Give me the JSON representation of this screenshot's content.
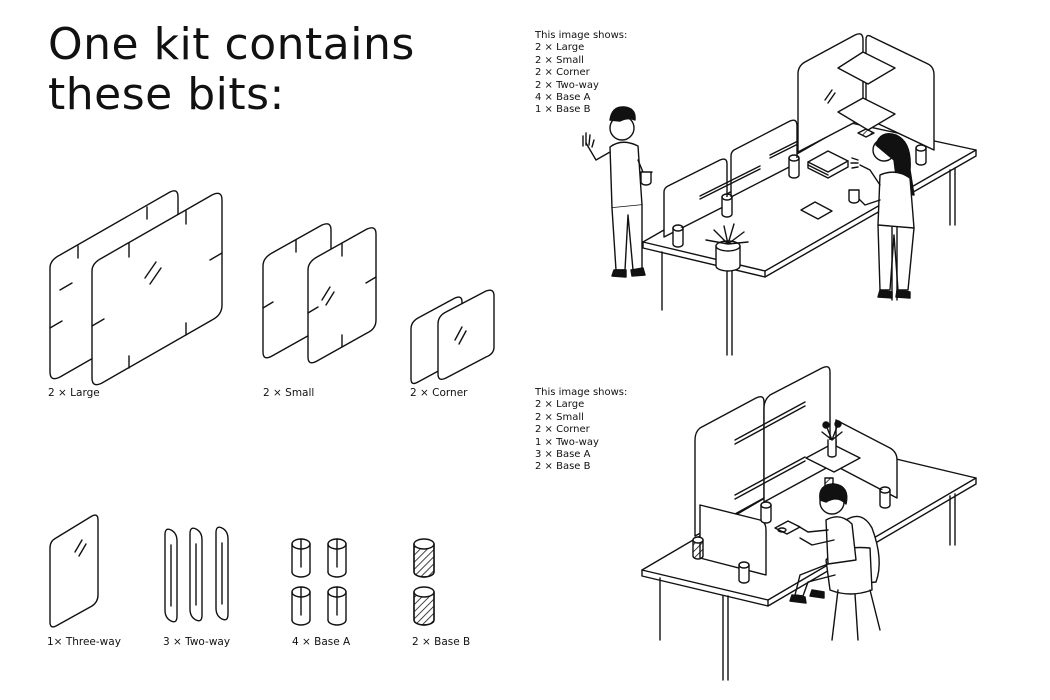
{
  "title": {
    "line1": "One kit contains",
    "line2": "these bits:"
  },
  "parts": [
    {
      "id": "large",
      "label": "2 × Large"
    },
    {
      "id": "small",
      "label": "2 × Small"
    },
    {
      "id": "corner",
      "label": "2 × Corner"
    },
    {
      "id": "three-way",
      "label": "1× Three-way"
    },
    {
      "id": "two-way",
      "label": "3 × Two-way"
    },
    {
      "id": "base-a",
      "label": "4 × Base A"
    },
    {
      "id": "base-b",
      "label": "2 × Base B"
    }
  ],
  "scene_top": {
    "heading": "This image shows:",
    "items": [
      "2 × Large",
      "2 × Small",
      "2 × Corner",
      "2 × Two-way",
      "4 × Base A",
      "1 × Base B"
    ]
  },
  "scene_bottom": {
    "heading": "This image shows:",
    "items": [
      "2 × Large",
      "2 × Small",
      "2 × Corner",
      "1  × Two-way",
      "3 × Base A",
      "2 × Base B"
    ]
  }
}
